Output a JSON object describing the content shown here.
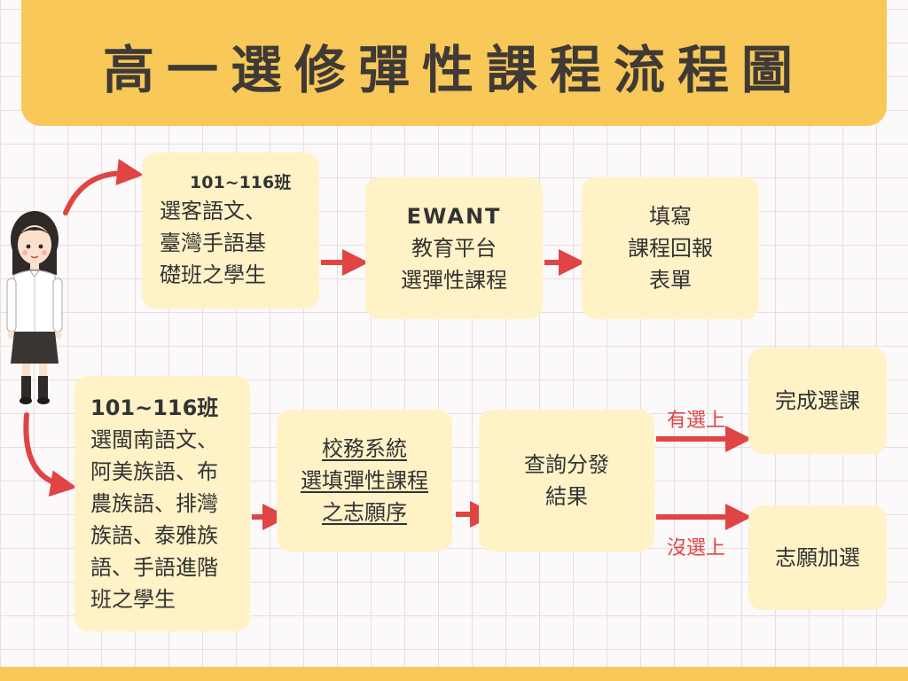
{
  "title": "高一選修彈性課程流程圖",
  "group_a": {
    "classes": "101~116班",
    "lines": [
      "選客語文、",
      "臺灣手語基",
      "礎班之學生"
    ]
  },
  "ewant_box": {
    "head": "EWANT",
    "lines": [
      "教育平台",
      "選彈性課程"
    ]
  },
  "form_box": {
    "lines": [
      "填寫",
      "課程回報",
      "表單"
    ]
  },
  "group_b": {
    "classes": "101~116班",
    "lines": [
      "選閩南語文、",
      "阿美族語、布",
      "農族語、排灣",
      "族語、泰雅族",
      "語、手語進階",
      "班之學生"
    ]
  },
  "school_box": {
    "lines": [
      "校務系統",
      "選填彈性課程",
      "之志願序"
    ]
  },
  "result_box": {
    "lines": [
      "查詢分發",
      "結果"
    ]
  },
  "done_box": {
    "label": "完成選課"
  },
  "add_box": {
    "label": "志願加選"
  },
  "edge_labels": {
    "selected": "有選上",
    "not_selected": "沒選上"
  },
  "colors": {
    "title_bar": "#f8c858",
    "box": "#fff2c7",
    "arrow": "#e04444",
    "text": "#3f3a36"
  }
}
